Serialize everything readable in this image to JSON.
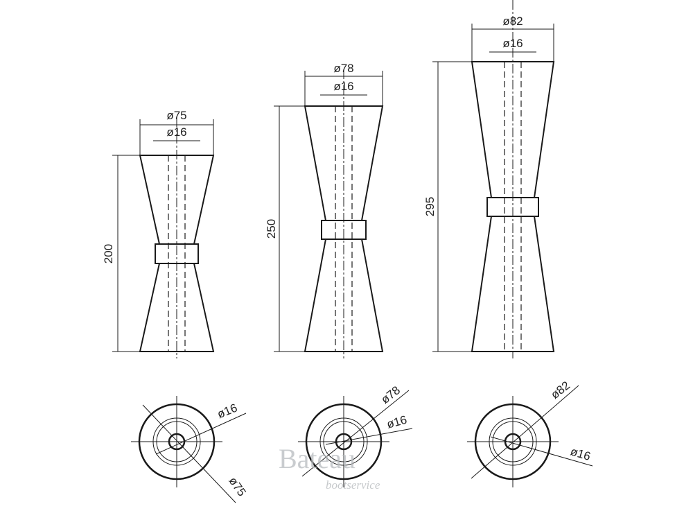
{
  "rollers": [
    {
      "diameter_label": "ø75",
      "bore_label": "ø16",
      "height_label": "200",
      "end_diameter_label": "ø75",
      "end_bore_label": "ø16"
    },
    {
      "diameter_label": "ø78",
      "bore_label": "ø16",
      "height_label": "250",
      "end_diameter_label": "ø78",
      "end_bore_label": "ø16"
    },
    {
      "diameter_label": "ø82",
      "bore_label": "ø16",
      "height_label": "295",
      "end_diameter_label": "ø82",
      "end_bore_label": "ø16"
    }
  ],
  "watermark": {
    "brand": "Bateau",
    "tagline": "bootservice"
  },
  "colors": {
    "line": "#1a1a1a",
    "watermark": "#b8bcbf"
  }
}
